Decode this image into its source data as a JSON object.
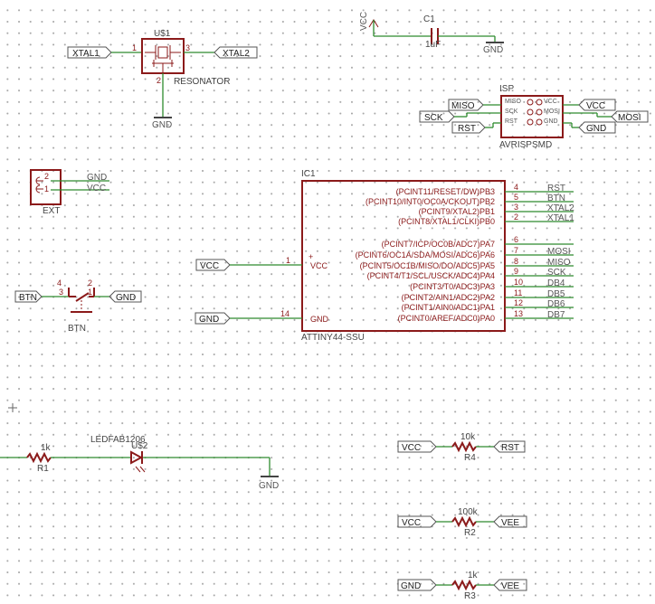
{
  "vcc_cap": {
    "vcc": "VCC",
    "name": "C1",
    "value": "1uF",
    "gnd": "GND"
  },
  "resonator": {
    "name": "U$1",
    "value": "RESONATOR",
    "pin1": "1",
    "pin2": "2",
    "pin3": "3",
    "xtal1": "XTAL1",
    "xtal2": "XTAL2",
    "gnd": "GND"
  },
  "isp": {
    "name": "ISP",
    "value": "AVRISPSMD",
    "pins_left": [
      "MISO",
      "SCK",
      "RST"
    ],
    "pins_right": [
      "VCC",
      "MOSI",
      "GND"
    ],
    "ports_left": [
      "MISO",
      "SCK",
      "RST"
    ],
    "ports_right": [
      "VCC",
      "MOSI",
      "GND"
    ]
  },
  "ext": {
    "name": "EXT",
    "pin2": "2",
    "pin1": "1",
    "gnd": "GND",
    "vcc": "VCC"
  },
  "ic1": {
    "name": "IC1",
    "value": "ATTINY44-SSU",
    "vcc_pin": "1",
    "vcc_port": "VCC",
    "vcc_label": "VCC",
    "gnd_pin": "14",
    "gnd_port": "GND",
    "gnd_label": "GND",
    "plus": "+",
    "pins": [
      {
        "name": "(PCINT11/RESET/DW)PB3",
        "num": "4",
        "net": "RST"
      },
      {
        "name": "(PCINT10/INT0/OC0A/CKOUT)PB2",
        "num": "5",
        "net": "BTN"
      },
      {
        "name": "(PCINT9/XTAL2)PB1",
        "num": "3",
        "net": "XTAL2"
      },
      {
        "name": "(PCINT8/XTAL1/CLKI)PB0",
        "num": "2",
        "net": "XTAL1"
      },
      {
        "name": "(PCINT7/ICP/OC0B/ADC7)PA7",
        "num": "6",
        "net": ""
      },
      {
        "name": "(PCINT6/OC1A/SDA/MOSI/ADC6)PA6",
        "num": "7",
        "net": "MOSI"
      },
      {
        "name": "(PCINT5/OC1B/MISO/DO/ADC5)PA5",
        "num": "8",
        "net": "MISO"
      },
      {
        "name": "(PCINT4/T1/SCL/USCK/ADC4)PA4",
        "num": "9",
        "net": "SCK"
      },
      {
        "name": "(PCINT3/T0/ADC3)PA3",
        "num": "10",
        "net": "DB4"
      },
      {
        "name": "(PCINT2/AIN1/ADC2)PA2",
        "num": "11",
        "net": "DB5"
      },
      {
        "name": "(PCINT1/AIN0/ADC1)PA1",
        "num": "12",
        "net": "DB6"
      },
      {
        "name": "(PCINT0/AREF/ADC0)PA0",
        "num": "13",
        "net": "DB7"
      }
    ]
  },
  "btn": {
    "name": "BTN",
    "pin4": "4",
    "pin3": "3",
    "pin2": "2",
    "pin1": "1",
    "port_left": "BTN",
    "port_right": "GND"
  },
  "led": {
    "name": "U$2",
    "value": "LEDFAB1206",
    "r_name": "R1",
    "r_value": "1k",
    "gnd": "GND"
  },
  "r4": {
    "name": "R4",
    "value": "10k",
    "port_left": "VCC",
    "port_right": "RST"
  },
  "r2": {
    "name": "R2",
    "value": "100k",
    "port_left": "VCC",
    "port_right": "VEE"
  },
  "r3": {
    "name": "R3",
    "value": "1k",
    "port_left": "GND",
    "port_right": "VEE"
  }
}
